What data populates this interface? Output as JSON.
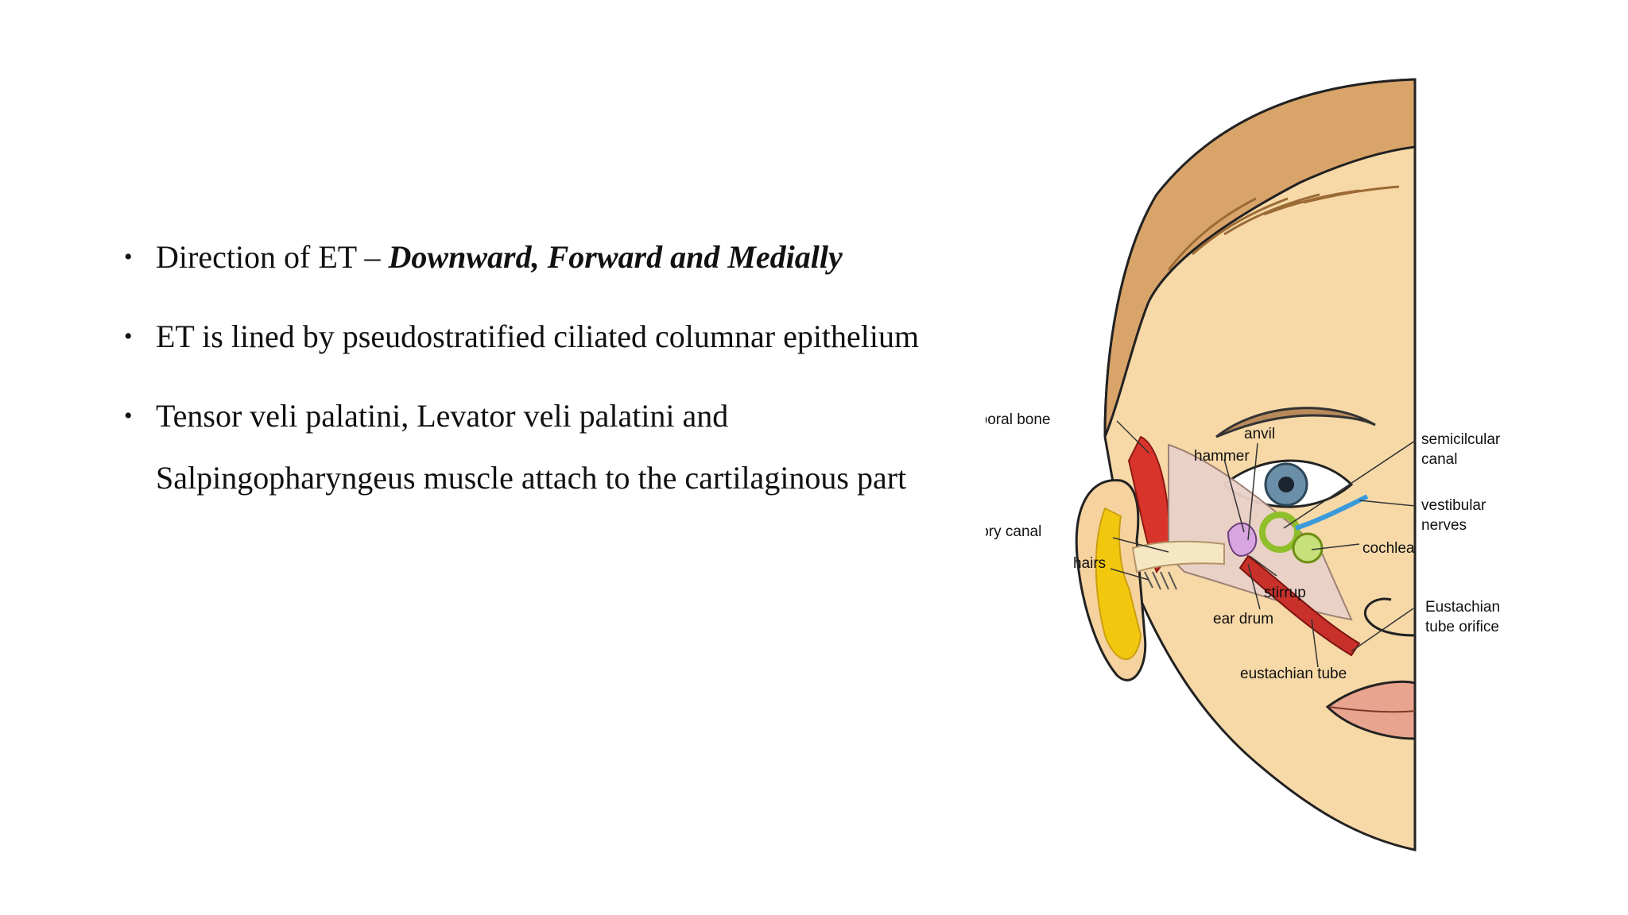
{
  "bullets": [
    {
      "text": "Direction of ET  – ",
      "emphasis": "Downward, Forward and Medially"
    },
    {
      "text": "ET is lined by pseudostratified ciliated columnar epithelium"
    },
    {
      "text": "Tensor veli palatini, Levator veli palatini and",
      "text2": "Salpingopharyngeus muscle attach to the cartilaginous part"
    }
  ],
  "diagram": {
    "labels": {
      "temporal_bone": "temporal bone",
      "anvil": "anvil",
      "hammer": "hammer",
      "semicircular_1": "semicilcular",
      "semicircular_2": "canal",
      "vestibular_1": "vestibular",
      "vestibular_2": "nerves",
      "auditory_canal": "auditory canal",
      "cochlea": "cochlea",
      "hairs": "hairs",
      "stirrup": "stirrup",
      "ear_drum": "ear drum",
      "eustachian_orifice_1": "Eustachian",
      "eustachian_orifice_2": "tube orifice",
      "eustachian_tube": "eustachian tube"
    }
  }
}
